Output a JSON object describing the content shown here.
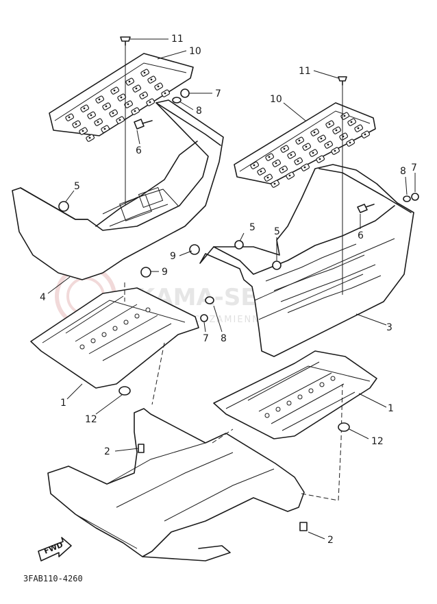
{
  "diagram": {
    "callouts": [
      {
        "id": "c11a",
        "label": "11"
      },
      {
        "id": "c10a",
        "label": "10"
      },
      {
        "id": "c7a",
        "label": "7"
      },
      {
        "id": "c8a",
        "label": "8"
      },
      {
        "id": "c6a",
        "label": "6"
      },
      {
        "id": "c5a",
        "label": "5"
      },
      {
        "id": "c9a",
        "label": "9"
      },
      {
        "id": "c9b",
        "label": "9"
      },
      {
        "id": "c4",
        "label": "4"
      },
      {
        "id": "c11b",
        "label": "11"
      },
      {
        "id": "c10b",
        "label": "10"
      },
      {
        "id": "c8b",
        "label": "8"
      },
      {
        "id": "c7b",
        "label": "7"
      },
      {
        "id": "c6b",
        "label": "6"
      },
      {
        "id": "c5b",
        "label": "5"
      },
      {
        "id": "c5c",
        "label": "5"
      },
      {
        "id": "c3",
        "label": "3"
      },
      {
        "id": "c8c",
        "label": "8"
      },
      {
        "id": "c7c",
        "label": "7"
      },
      {
        "id": "c1a",
        "label": "1"
      },
      {
        "id": "c12a",
        "label": "12"
      },
      {
        "id": "c1b",
        "label": "1"
      },
      {
        "id": "c12b",
        "label": "12"
      },
      {
        "id": "c2a",
        "label": "2"
      },
      {
        "id": "c2b",
        "label": "2"
      }
    ],
    "fwd_label": "FWD",
    "drawing_code": "3FAB110-4260",
    "watermark": {
      "brand": "KAMA-SERWIS",
      "sub": "CZĘŚCI ZAMIENNE YAMAHA"
    }
  }
}
